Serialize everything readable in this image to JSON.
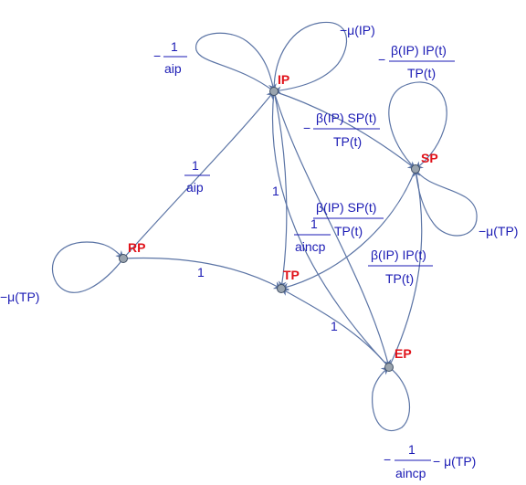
{
  "nodes": {
    "ip": "IP",
    "sp": "SP",
    "rp": "RP",
    "tp": "TP",
    "ep": "EP"
  },
  "labels": {
    "ip_self_frac_num": "1",
    "ip_self_frac_den": "aip",
    "ip_self_minus": "−",
    "ip_self_mu": "−μ(IP)",
    "sp_self_top_num": "β(IP) IP(t)",
    "sp_self_top_den": "TP(t)",
    "sp_self_mu": "−μ(TP)",
    "ip_sp_num": "β(IP) SP(t)",
    "ip_sp_den": "TP(t)",
    "rp_ip_num": "1",
    "rp_ip_den": "aip",
    "ip_tp_one": "1",
    "sp_tp_num": "β(IP) SP(t)",
    "sp_tp_den": "TP(t)",
    "ip_ep_num": "1",
    "ip_ep_den": "aincp",
    "ep_sp_num": "β(IP) IP(t)",
    "ep_sp_den": "TP(t)",
    "rp_self_mu": "−μ(TP)",
    "rp_tp_one": "1",
    "ep_tp_one": "1",
    "ep_self_num": "1",
    "ep_self_den": "aincp",
    "ep_self_rest": "− μ(TP)"
  },
  "colors": {
    "edge": "#5b74a5",
    "node_label": "#e0121a",
    "edge_label": "#1a1ab4",
    "node_fill": "#9aa4ae"
  }
}
